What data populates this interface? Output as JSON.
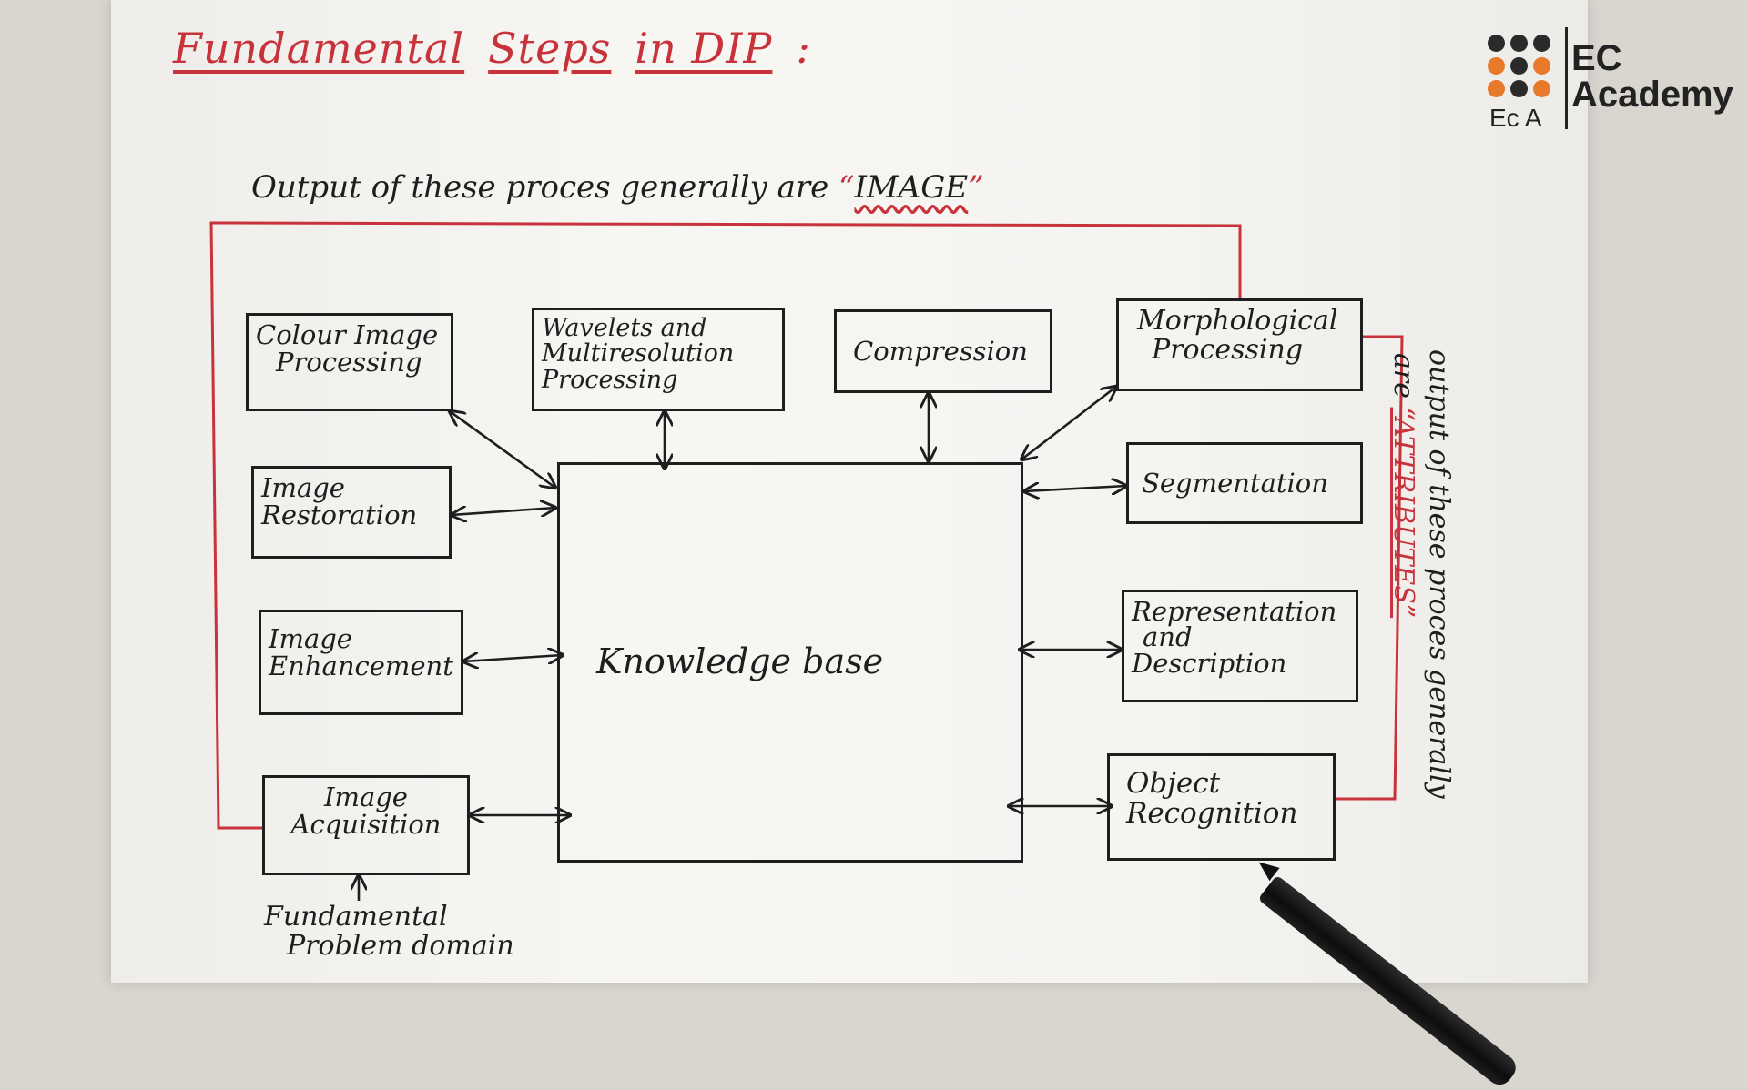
{
  "title_words": [
    "Fundamental",
    "Steps",
    "in DIP"
  ],
  "title_colon": ":",
  "top_note": {
    "prefix": "Output of these proces generally are ",
    "open_quote": "“",
    "emphasis": "IMAGE",
    "close_quote": "”"
  },
  "right_note": {
    "line1": "output of these proces generally",
    "line2_prefix": "are ",
    "emphasis": "“ATTRIBUTES”"
  },
  "bottom_note": {
    "line1": "Fundamental",
    "line2": "Problem domain"
  },
  "boxes": {
    "colour": [
      "Colour Image",
      "Processing"
    ],
    "wavelets": [
      "Wavelets and",
      "Multiresolution",
      "Processing"
    ],
    "compression": [
      "Compression"
    ],
    "morphological": [
      "Morphological",
      "Processing"
    ],
    "restoration": [
      "Image",
      "Restoration"
    ],
    "segmentation": [
      "Segmentation"
    ],
    "enhancement": [
      "Image",
      "Enhancement"
    ],
    "representation": [
      "Representation",
      "and",
      "Description"
    ],
    "acquisition": [
      "Image",
      "Acquisition"
    ],
    "recognition": [
      "Object",
      "Recognition"
    ],
    "knowledge": "Knowledge base"
  },
  "logo": {
    "abbr": "Ec A",
    "name_line1": "EC",
    "name_line2": "Academy"
  },
  "colors": {
    "ink": "#1e1e1e",
    "red_ink": "#c8323a",
    "logo_orange": "#e8792a",
    "logo_dark": "#2a2a2a"
  }
}
